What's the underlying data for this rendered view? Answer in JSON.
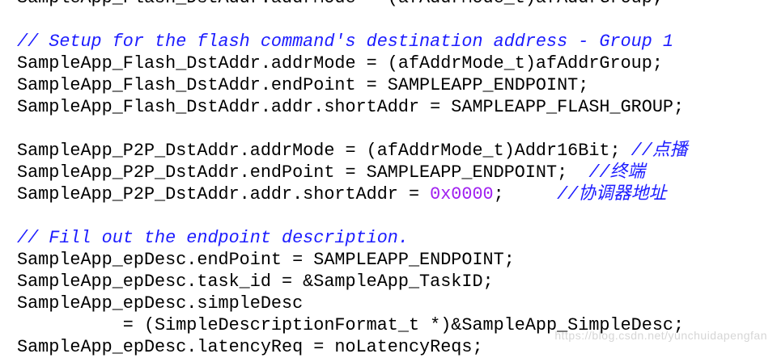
{
  "colors": {
    "code": "#000000",
    "comment": "#1c1cff",
    "number": "#a020f0",
    "watermark": "#d6d6d6"
  },
  "code_lines": [
    [
      {
        "t": "SampleApp_Flash_DstAddr.addrMode = (afAddrMode_t)afAddrGroup;",
        "k": "code"
      }
    ],
    [
      {
        "t": "",
        "k": "code"
      }
    ],
    [
      {
        "t": "// Setup for the flash command's destination address - Group 1",
        "k": "comment"
      }
    ],
    [
      {
        "t": "SampleApp_Flash_DstAddr.addrMode = (afAddrMode_t)afAddrGroup;",
        "k": "code"
      }
    ],
    [
      {
        "t": "SampleApp_Flash_DstAddr.endPoint = SAMPLEAPP_ENDPOINT;",
        "k": "code"
      }
    ],
    [
      {
        "t": "SampleApp_Flash_DstAddr.addr.shortAddr = SAMPLEAPP_FLASH_GROUP;",
        "k": "code"
      }
    ],
    [
      {
        "t": "",
        "k": "code"
      }
    ],
    [
      {
        "t": "SampleApp_P2P_DstAddr.addrMode = (afAddrMode_t)Addr16Bit; ",
        "k": "code"
      },
      {
        "t": "//点播",
        "k": "comment"
      }
    ],
    [
      {
        "t": "SampleApp_P2P_DstAddr.endPoint = SAMPLEAPP_ENDPOINT;  ",
        "k": "code"
      },
      {
        "t": "//终端",
        "k": "comment"
      }
    ],
    [
      {
        "t": "SampleApp_P2P_DstAddr.addr.shortAddr = ",
        "k": "code"
      },
      {
        "t": "0x0000",
        "k": "number"
      },
      {
        "t": ";     ",
        "k": "code"
      },
      {
        "t": "//协调器地址",
        "k": "comment"
      }
    ],
    [
      {
        "t": "",
        "k": "code"
      }
    ],
    [
      {
        "t": "// Fill out the endpoint description.",
        "k": "comment"
      }
    ],
    [
      {
        "t": "SampleApp_epDesc.endPoint = SAMPLEAPP_ENDPOINT;",
        "k": "code"
      }
    ],
    [
      {
        "t": "SampleApp_epDesc.task_id = &SampleApp_TaskID;",
        "k": "code"
      }
    ],
    [
      {
        "t": "SampleApp_epDesc.simpleDesc",
        "k": "code"
      }
    ],
    [
      {
        "t": "          = (SimpleDescriptionFormat_t *)&SampleApp_SimpleDesc;",
        "k": "code"
      }
    ],
    [
      {
        "t": "SampleApp_epDesc.latencyReq = noLatencyReqs;",
        "k": "code"
      }
    ]
  ],
  "watermark": "https://blog.csdn.net/yunchuidapengfan"
}
